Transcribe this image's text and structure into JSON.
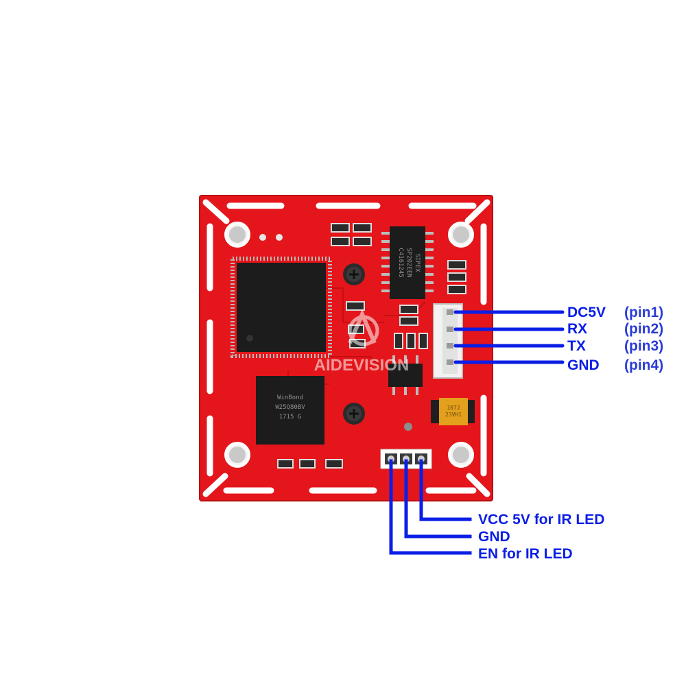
{
  "colors": {
    "pcb": "#e4161b",
    "pcb_dark": "#b80e12",
    "wire": "#0a1ee6",
    "label": "#0a1ee6",
    "pin_number": "#2a3bd6",
    "chip": "#1c1c1c",
    "silk": "#ffffff",
    "connector": "#f2f2f2",
    "capacitor": "#e3a01c"
  },
  "watermark": {
    "text": "AIDEVISION"
  },
  "chips": {
    "regulator": [
      "SIPEX",
      "SP202EEN",
      "C4161245"
    ],
    "flash": [
      "WinBond",
      "W25Q80BV",
      "1715 G"
    ],
    "capacitor": [
      "107J",
      "23VH1"
    ]
  },
  "uart_pins": [
    {
      "name": "DC5V",
      "pin": "(pin1)"
    },
    {
      "name": "RX",
      "pin": "(pin2)"
    },
    {
      "name": "TX",
      "pin": "(pin3)"
    },
    {
      "name": "GND",
      "pin": "(pin4)"
    }
  ],
  "ir_pins": [
    {
      "label": "VCC 5V for IR LED"
    },
    {
      "label": "GND"
    },
    {
      "label": "EN for IR LED"
    }
  ]
}
